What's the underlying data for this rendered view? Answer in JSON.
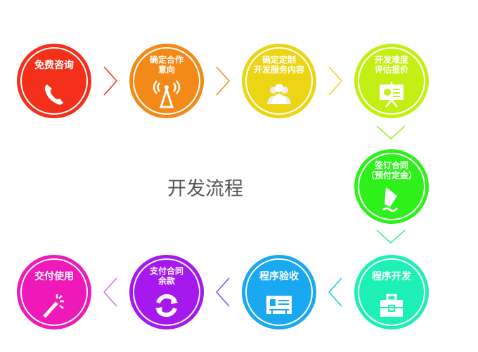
{
  "title": "开发流程",
  "steps": [
    {
      "lines": [
        "免费咨询"
      ],
      "icon": "phone-icon",
      "color": "#f5301a"
    },
    {
      "lines": [
        "确定合作",
        "意向"
      ],
      "icon": "signal-tower-icon",
      "color": "#f38a17"
    },
    {
      "lines": [
        "确定定制",
        "开发服务内容"
      ],
      "icon": "users-icon",
      "color": "#ecd514"
    },
    {
      "lines": [
        "开发难度",
        "评估报价"
      ],
      "icon": "presentation-icon",
      "color": "#c4ef14"
    },
    {
      "lines": [
        "签订合同",
        "（预付定金）"
      ],
      "icon": "pen-sign-icon",
      "color": "#2ef01a"
    },
    {
      "lines": [
        "程序开发"
      ],
      "icon": "toolbox-icon",
      "color": "#1df0b5"
    },
    {
      "lines": [
        "程序验收"
      ],
      "icon": "id-card-icon",
      "color": "#1aa8f0"
    },
    {
      "lines": [
        "支付合同",
        "余款"
      ],
      "icon": "refresh-icon",
      "color": "#a518ee"
    },
    {
      "lines": [
        "交付使用"
      ],
      "icon": "magic-wand-icon",
      "color": "#ef18b8"
    }
  ]
}
